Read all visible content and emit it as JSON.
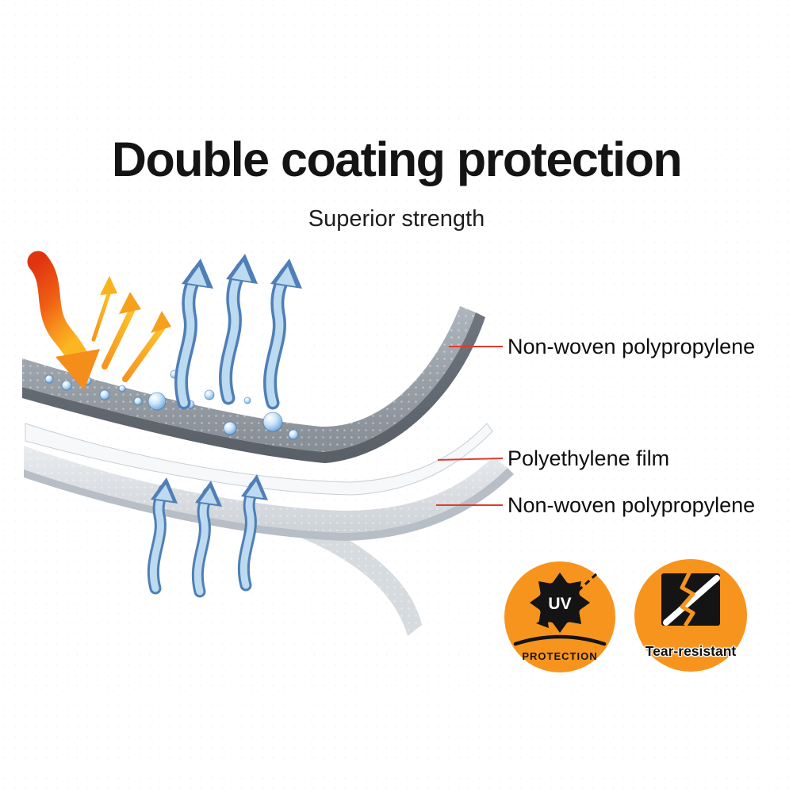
{
  "title": "Double coating protection",
  "subtitle": "Superior strength",
  "callouts": [
    {
      "text": "Non-woven polypropylene"
    },
    {
      "text": "Polyethylene film"
    },
    {
      "text": "Non-woven polypropylene"
    }
  ],
  "badges": {
    "uv": {
      "line1": "UV",
      "line2": "PROTECTION"
    },
    "tear": {
      "label": "Tear-resistant"
    }
  },
  "colors": {
    "badge_orange": "#F7941D",
    "leader_red": "#E23B2E",
    "arrow_blue_light": "#BCDAF0",
    "arrow_blue_dark": "#4F7FB6",
    "heat_red": "#E03410",
    "heat_yellow": "#FCB621",
    "layer_top_gray": "#99A0A8",
    "layer_bottom_gray": "#D6DBDF",
    "film_white": "#F6F8F9"
  },
  "icons": {
    "uv_badge_icon": "sun-burst-icon",
    "tear_badge_icon": "torn-fabric-icon"
  }
}
